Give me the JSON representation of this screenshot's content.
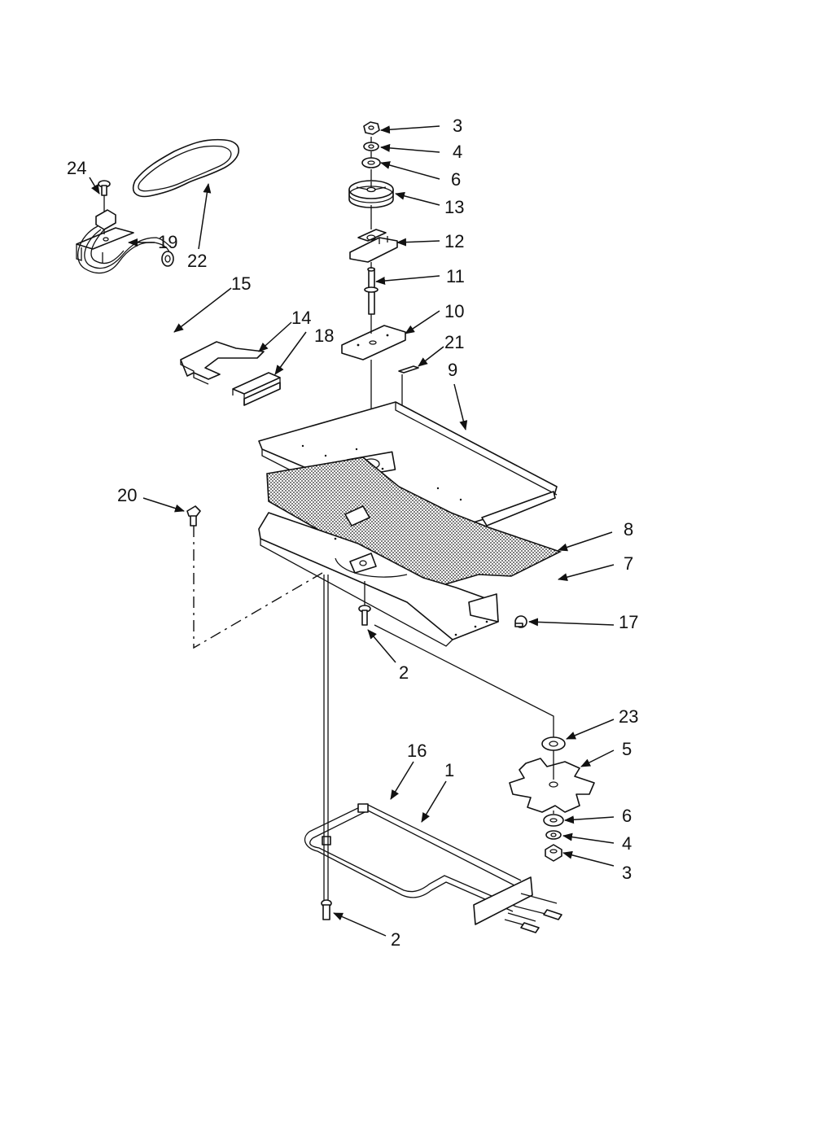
{
  "callouts": [
    {
      "id": "lbl-3-top",
      "text": "3"
    },
    {
      "id": "lbl-4-top",
      "text": "4"
    },
    {
      "id": "lbl-6-top",
      "text": "6"
    },
    {
      "id": "lbl-13",
      "text": "13"
    },
    {
      "id": "lbl-12",
      "text": "12"
    },
    {
      "id": "lbl-11",
      "text": "11"
    },
    {
      "id": "lbl-10",
      "text": "10"
    },
    {
      "id": "lbl-21",
      "text": "21"
    },
    {
      "id": "lbl-9",
      "text": "9"
    },
    {
      "id": "lbl-24",
      "text": "24"
    },
    {
      "id": "lbl-19",
      "text": "19"
    },
    {
      "id": "lbl-22",
      "text": "22"
    },
    {
      "id": "lbl-15",
      "text": "15"
    },
    {
      "id": "lbl-14",
      "text": "14"
    },
    {
      "id": "lbl-18",
      "text": "18"
    },
    {
      "id": "lbl-20",
      "text": "20"
    },
    {
      "id": "lbl-8",
      "text": "8"
    },
    {
      "id": "lbl-7",
      "text": "7"
    },
    {
      "id": "lbl-17",
      "text": "17"
    },
    {
      "id": "lbl-2-mid",
      "text": "2"
    },
    {
      "id": "lbl-23",
      "text": "23"
    },
    {
      "id": "lbl-5",
      "text": "5"
    },
    {
      "id": "lbl-16",
      "text": "16"
    },
    {
      "id": "lbl-1",
      "text": "1"
    },
    {
      "id": "lbl-6-bottom",
      "text": "6"
    },
    {
      "id": "lbl-4-bottom",
      "text": "4"
    },
    {
      "id": "lbl-3-bottom",
      "text": "3"
    },
    {
      "id": "lbl-2-bottom",
      "text": "2"
    }
  ]
}
